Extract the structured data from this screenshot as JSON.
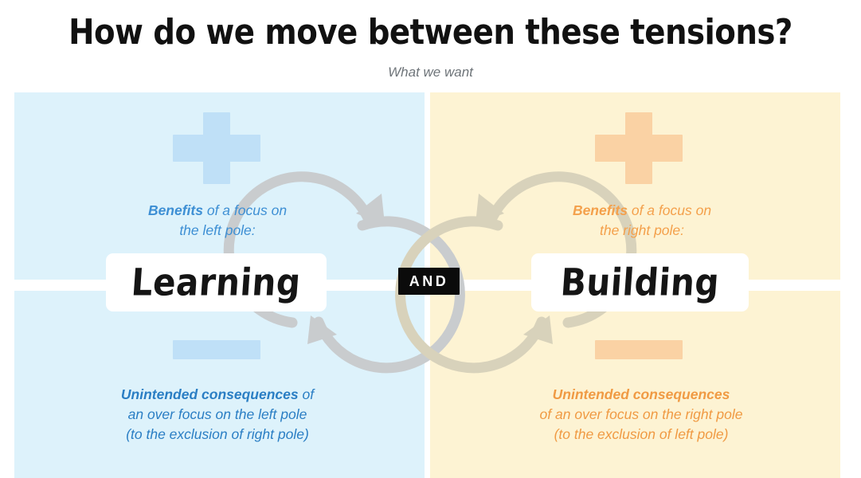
{
  "header": {
    "title": "How do we move between these tensions?",
    "subtitle": "What we want"
  },
  "center": {
    "and_label": "AND"
  },
  "quadrants": {
    "upper_left": {
      "sign": "plus-icon",
      "lead": "Benefits",
      "rest_line1": " of a focus on",
      "rest_line2": "the left pole:",
      "color": "#3d8fd4"
    },
    "upper_right": {
      "sign": "plus-icon",
      "lead": "Benefits",
      "rest_line1": " of a focus on",
      "rest_line2": "the right pole:",
      "color": "#f4a04b"
    },
    "lower_left": {
      "sign": "minus-icon",
      "lead": "Unintended consequences",
      "rest_line1": " of",
      "rest_line2": "an over focus on the left pole",
      "rest_line3": "(to the exclusion of right pole)",
      "color": "#2a7ec4"
    },
    "lower_right": {
      "sign": "minus-icon",
      "lead": "Unintended consequences",
      "rest_line1": "",
      "rest_line2": "of an over focus on the right pole",
      "rest_line3": "(to the exclusion of left pole)",
      "color": "#f09a43"
    }
  },
  "poles": {
    "left_label": "Learning",
    "right_label": "Building"
  },
  "colors": {
    "left_panel_bg": "#ddf2fb",
    "right_panel_bg": "#fdf3d3",
    "left_sign": "#bfe0f7",
    "right_sign": "#fad2a4",
    "arrow_left": "#c9ccce",
    "arrow_right": "#d8d2bb",
    "badge_bg": "#0b0b0b",
    "badge_text": "#ffffff",
    "title_text": "#111111",
    "subtitle_text": "#6e7479"
  }
}
